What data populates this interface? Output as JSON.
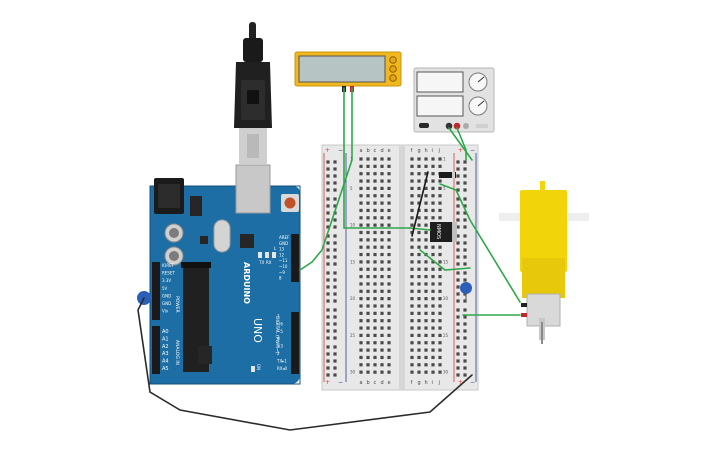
{
  "arduino": {
    "brand_vertical": "ARDUINO",
    "model": "UNO",
    "on_label": "ON",
    "tx_label": "TX",
    "rx_label": "RX",
    "l_label": "L",
    "digital_header": "DIGITAL (PWM~)",
    "power_label": "POWER",
    "analog_label": "ANALOG IN",
    "power_pins": [
      "IOREF",
      "RESET",
      "3.3V",
      "5V",
      "GND",
      "GND",
      "Vin"
    ],
    "analog_pins": [
      "A0",
      "A1",
      "A2",
      "A3",
      "A4",
      "A5"
    ],
    "top_header_pins": [
      "AREF",
      "GND",
      "13",
      "12",
      "~11",
      "~10",
      "~9",
      "8"
    ],
    "bottom_header_pins": [
      "7",
      "~6",
      "~5",
      "4",
      "~3",
      "2",
      "TX▸1",
      "RX◂0"
    ]
  },
  "breadboard": {
    "col_letters_left": [
      "a",
      "b",
      "c",
      "d",
      "e"
    ],
    "col_letters_right": [
      "f",
      "g",
      "h",
      "i",
      "j"
    ],
    "row_numbers": [
      "1",
      "",
      "",
      "",
      "5",
      "",
      "",
      "",
      "",
      "10",
      "",
      "",
      "",
      "",
      "15",
      "",
      "",
      "",
      "",
      "20",
      "",
      "",
      "",
      "",
      "25",
      "",
      "",
      "",
      "",
      "30"
    ],
    "plus": "+",
    "minus": "−"
  },
  "chip": {
    "label": "NMOS"
  },
  "lcd": {
    "text": ""
  },
  "power_supply": {
    "display_top": "",
    "display_bottom": ""
  },
  "colors": {
    "arduino_blue": "#1c6ea4",
    "board_dark": "#14507a",
    "breadboard": "#e8e8e8",
    "wire_green": "#2fa84a",
    "wire_dark": "#2b2b2b",
    "motor_yellow": "#f2d40a",
    "lcd_frame": "#f0b81e",
    "lcd_screen": "#b7c4c4"
  }
}
